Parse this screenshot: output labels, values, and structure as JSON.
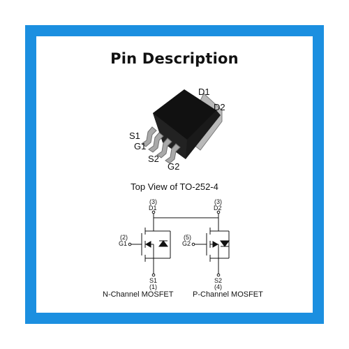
{
  "frame_color": "#1b8fe0",
  "title": "Pin Description",
  "package": {
    "view_label": "Top View of TO-252-4",
    "pins": {
      "d1": "D1",
      "d2": "D2",
      "s1": "S1",
      "g1": "G1",
      "s2": "S2",
      "g2": "G2"
    }
  },
  "n_channel": {
    "drain_num": "(3)",
    "drain": "D1",
    "gate_num": "(2)",
    "gate": "G1",
    "source": "S1",
    "source_num": "(1)",
    "caption": "N-Channel MOSFET"
  },
  "p_channel": {
    "drain_num": "(3)",
    "drain": "D2",
    "gate_num": "(5)",
    "gate": "G2",
    "source": "S2",
    "source_num": "(4)",
    "caption": "P-Channel MOSFET"
  }
}
